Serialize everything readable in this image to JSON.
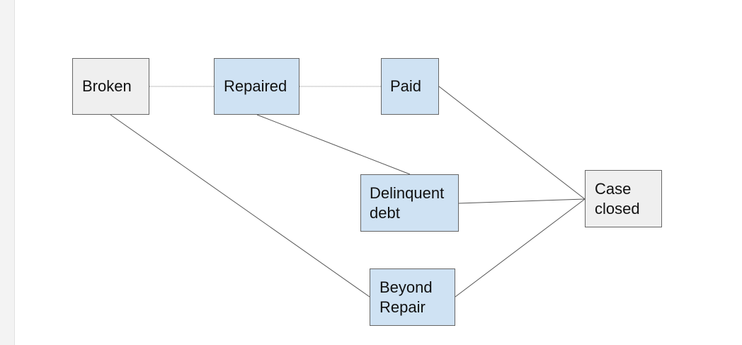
{
  "diagram": {
    "nodes": {
      "broken": {
        "label": "Broken",
        "color": "#efefef"
      },
      "repaired": {
        "label": "Repaired",
        "color": "#cfe2f3"
      },
      "paid": {
        "label": "Paid",
        "color": "#cfe2f3"
      },
      "delinquent_debt": {
        "label": "Delinquent\ndebt",
        "color": "#cfe2f3"
      },
      "case_closed": {
        "label": "Case\nclosed",
        "color": "#efefef"
      },
      "beyond_repair": {
        "label": "Beyond\nRepair",
        "color": "#cfe2f3"
      }
    },
    "edges": [
      {
        "from": "broken",
        "to": "repaired"
      },
      {
        "from": "repaired",
        "to": "paid"
      },
      {
        "from": "broken",
        "to": "beyond_repair"
      },
      {
        "from": "repaired",
        "to": "delinquent_debt"
      },
      {
        "from": "paid",
        "to": "case_closed"
      },
      {
        "from": "delinquent_debt",
        "to": "case_closed"
      },
      {
        "from": "beyond_repair",
        "to": "case_closed"
      }
    ]
  }
}
